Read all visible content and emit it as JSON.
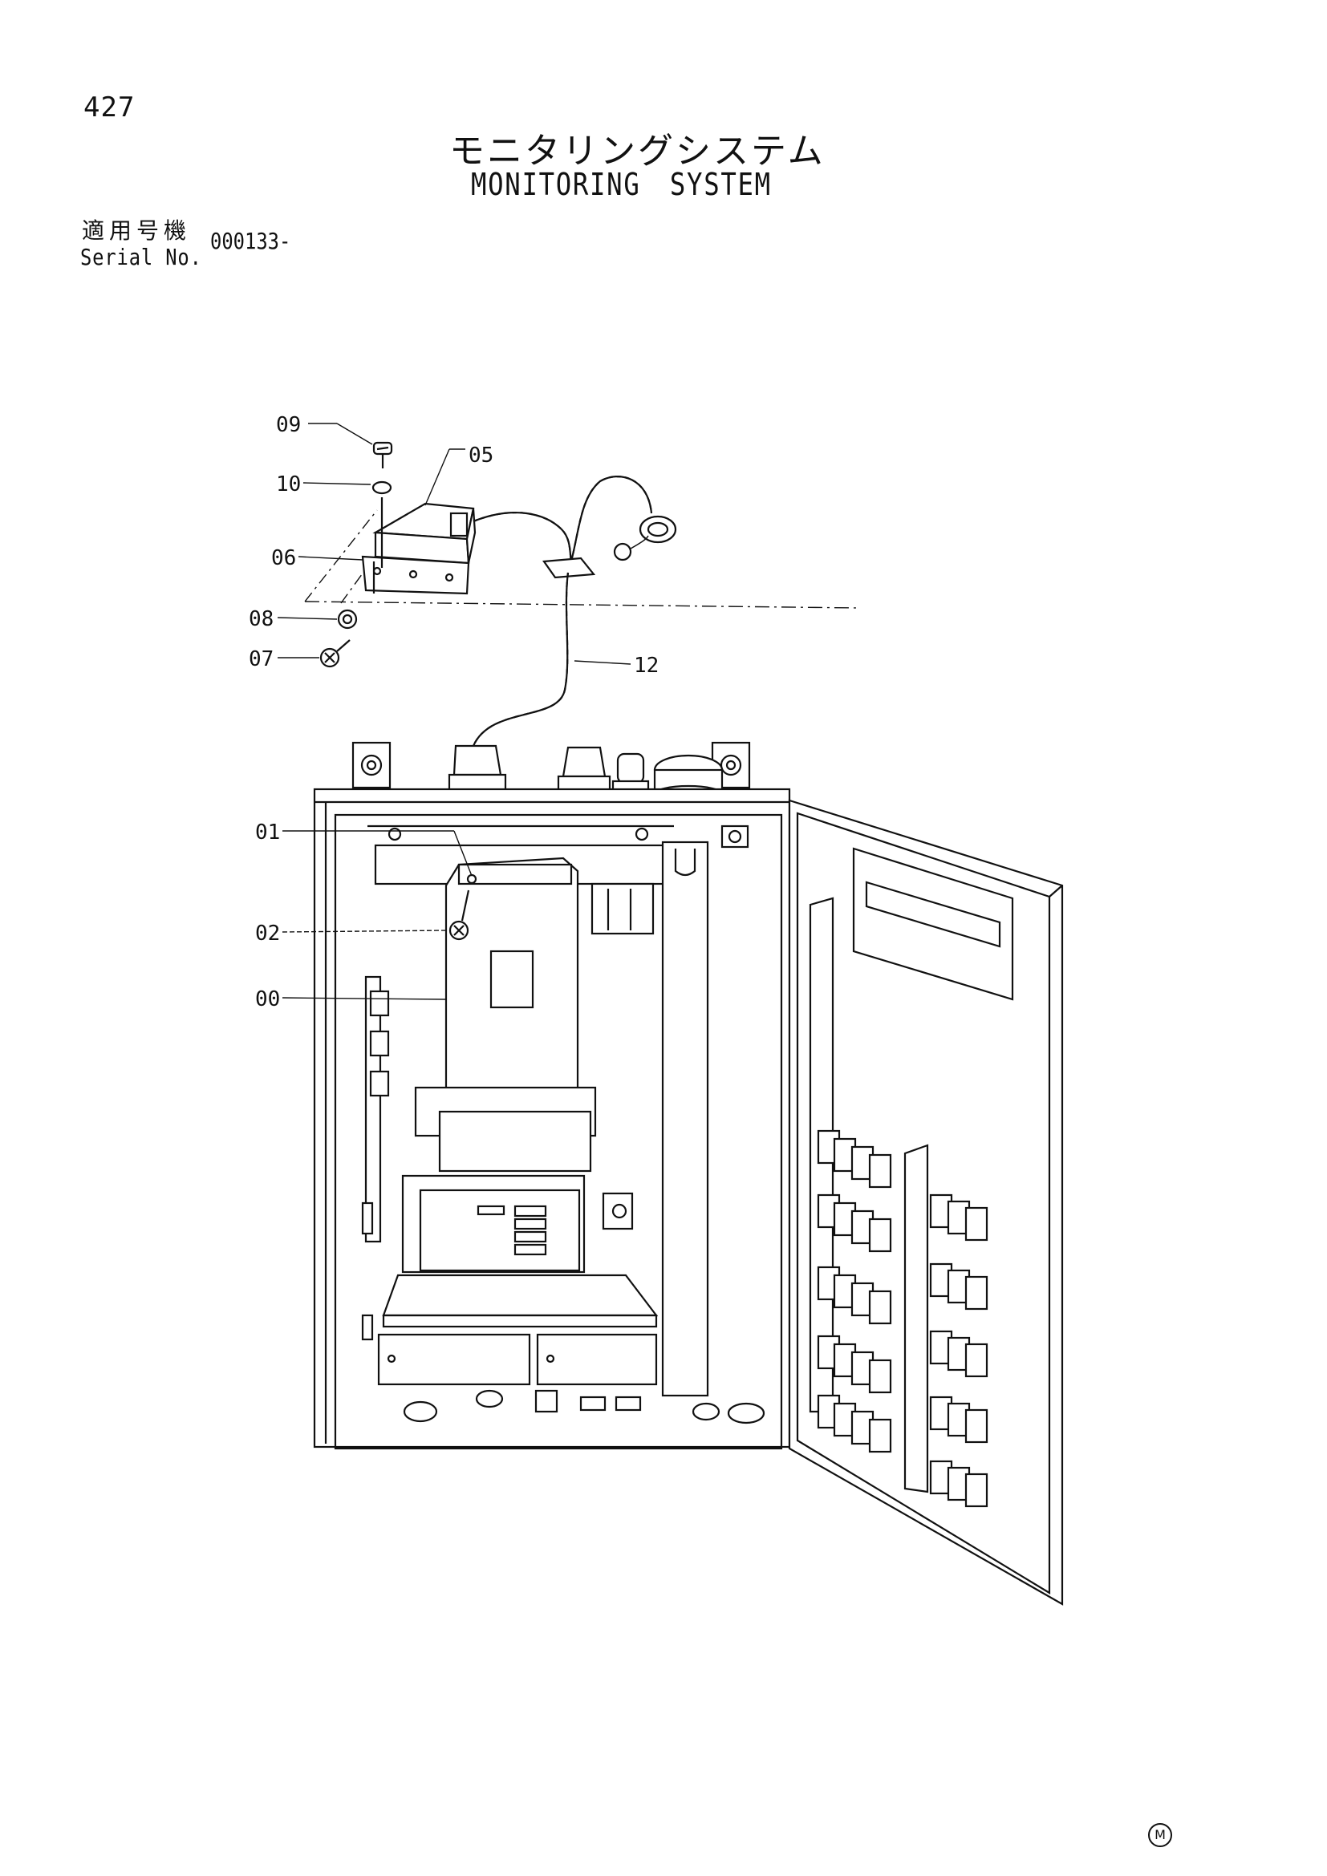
{
  "page": {
    "number": "427",
    "title_jp": "モニタリングシステム",
    "title_en": "MONITORING  SYSTEM",
    "serial_label_jp": "適用号機",
    "serial_label_en": "Serial No.",
    "serial_value": "000133-",
    "maker_mark": "M"
  },
  "callouts": {
    "c09": "09",
    "c10": "10",
    "c05": "05",
    "c06": "06",
    "c08": "08",
    "c07": "07",
    "c12": "12",
    "c01": "01",
    "c02": "02",
    "c00": "00"
  }
}
